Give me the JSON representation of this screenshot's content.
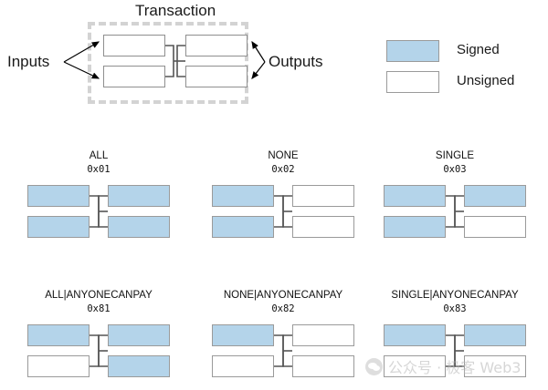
{
  "figure": {
    "title": "Transaction",
    "inputs_label": "Inputs",
    "outputs_label": "Outputs"
  },
  "legend": {
    "signed_label": "Signed",
    "unsigned_label": "Unsigned",
    "signed_color": "#b4d4ea",
    "unsigned_color": "#ffffff",
    "border_color": "#9a9a9a"
  },
  "colors": {
    "signed_fill": "#b4d4ea",
    "unsigned_fill": "#ffffff",
    "box_border": "#9a9a9a",
    "connector": "#555555",
    "dashed_border": "#d3d3d3",
    "text": "#1a1a1a"
  },
  "hero": {
    "inputs": [
      {
        "signed": false
      },
      {
        "signed": false
      }
    ],
    "outputs": [
      {
        "signed": false
      },
      {
        "signed": false
      }
    ]
  },
  "cases": [
    {
      "name": "ALL",
      "hex": "0x01",
      "inputs": [
        {
          "signed": true
        },
        {
          "signed": true
        }
      ],
      "outputs": [
        {
          "signed": true
        },
        {
          "signed": true
        }
      ]
    },
    {
      "name": "NONE",
      "hex": "0x02",
      "inputs": [
        {
          "signed": true
        },
        {
          "signed": true
        }
      ],
      "outputs": [
        {
          "signed": false
        },
        {
          "signed": false
        }
      ]
    },
    {
      "name": "SINGLE",
      "hex": "0x03",
      "inputs": [
        {
          "signed": true
        },
        {
          "signed": true
        }
      ],
      "outputs": [
        {
          "signed": true
        },
        {
          "signed": false
        }
      ]
    },
    {
      "name": "ALL|ANYONECANPAY",
      "hex": "0x81",
      "inputs": [
        {
          "signed": true
        },
        {
          "signed": false
        }
      ],
      "outputs": [
        {
          "signed": true
        },
        {
          "signed": true
        }
      ]
    },
    {
      "name": "NONE|ANYONECANPAY",
      "hex": "0x82",
      "inputs": [
        {
          "signed": true
        },
        {
          "signed": false
        }
      ],
      "outputs": [
        {
          "signed": false
        },
        {
          "signed": false
        }
      ]
    },
    {
      "name": "SINGLE|ANYONECANPAY",
      "hex": "0x83",
      "inputs": [
        {
          "signed": true
        },
        {
          "signed": false
        }
      ],
      "outputs": [
        {
          "signed": true
        },
        {
          "signed": false
        }
      ]
    }
  ],
  "watermark": {
    "icon": "wechat-icon",
    "text": "公众号 · 极客 Web3"
  }
}
